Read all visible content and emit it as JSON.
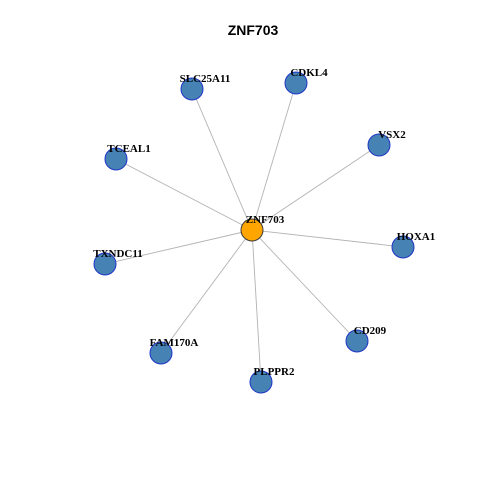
{
  "title": "ZNF703",
  "graph": {
    "hub": "ZNF703",
    "colors": {
      "hub_fill": "#FFA500",
      "node_fill": "#4682B4",
      "node_border": "#1F35C7",
      "edge": "#B3B3B3"
    },
    "nodes": [
      {
        "id": "ZNF703",
        "role": "hub"
      },
      {
        "id": "SLC25A11",
        "role": "neighbor"
      },
      {
        "id": "CDKL4",
        "role": "neighbor"
      },
      {
        "id": "VSX2",
        "role": "neighbor"
      },
      {
        "id": "TCEAL1",
        "role": "neighbor"
      },
      {
        "id": "HOXA1",
        "role": "neighbor"
      },
      {
        "id": "TXNDC11",
        "role": "neighbor"
      },
      {
        "id": "CD209",
        "role": "neighbor"
      },
      {
        "id": "FAM170A",
        "role": "neighbor"
      },
      {
        "id": "PLPPR2",
        "role": "neighbor"
      }
    ],
    "edges": [
      [
        "ZNF703",
        "SLC25A11"
      ],
      [
        "ZNF703",
        "CDKL4"
      ],
      [
        "ZNF703",
        "VSX2"
      ],
      [
        "ZNF703",
        "TCEAL1"
      ],
      [
        "ZNF703",
        "HOXA1"
      ],
      [
        "ZNF703",
        "TXNDC11"
      ],
      [
        "ZNF703",
        "CD209"
      ],
      [
        "ZNF703",
        "FAM170A"
      ],
      [
        "ZNF703",
        "PLPPR2"
      ]
    ]
  }
}
